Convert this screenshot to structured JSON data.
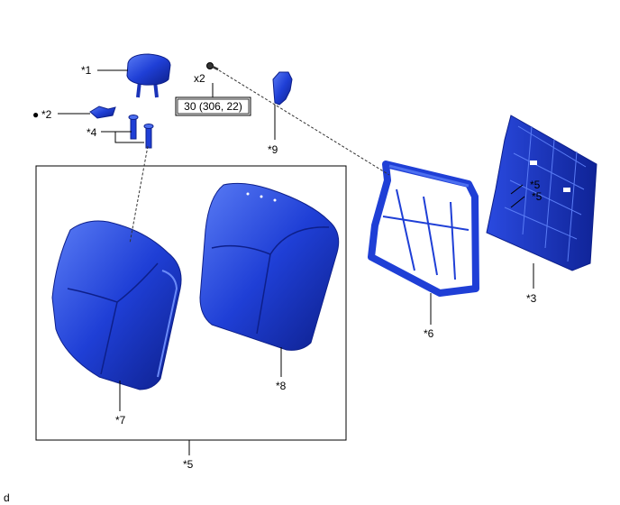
{
  "callouts": {
    "headrest": "*1",
    "headrest_support": "*2",
    "headrest_guide": "*4",
    "seatback_frame_cover": "*3",
    "seatback_frame": "*6",
    "assembly": "*5",
    "seatback_cover": "*7",
    "seatback_pad": "*8",
    "hinge": "*9",
    "clip_a": "*5",
    "clip_b": "*5"
  },
  "bolt": {
    "quantity": "x2",
    "torque": "30 (306, 22)"
  },
  "bullet_marker": "●",
  "footer_code": "d",
  "colors": {
    "part_blue": "#1f3fd6",
    "part_dark": "#0d1f8a",
    "part_light": "#4c6ff0",
    "line": "#000000"
  }
}
